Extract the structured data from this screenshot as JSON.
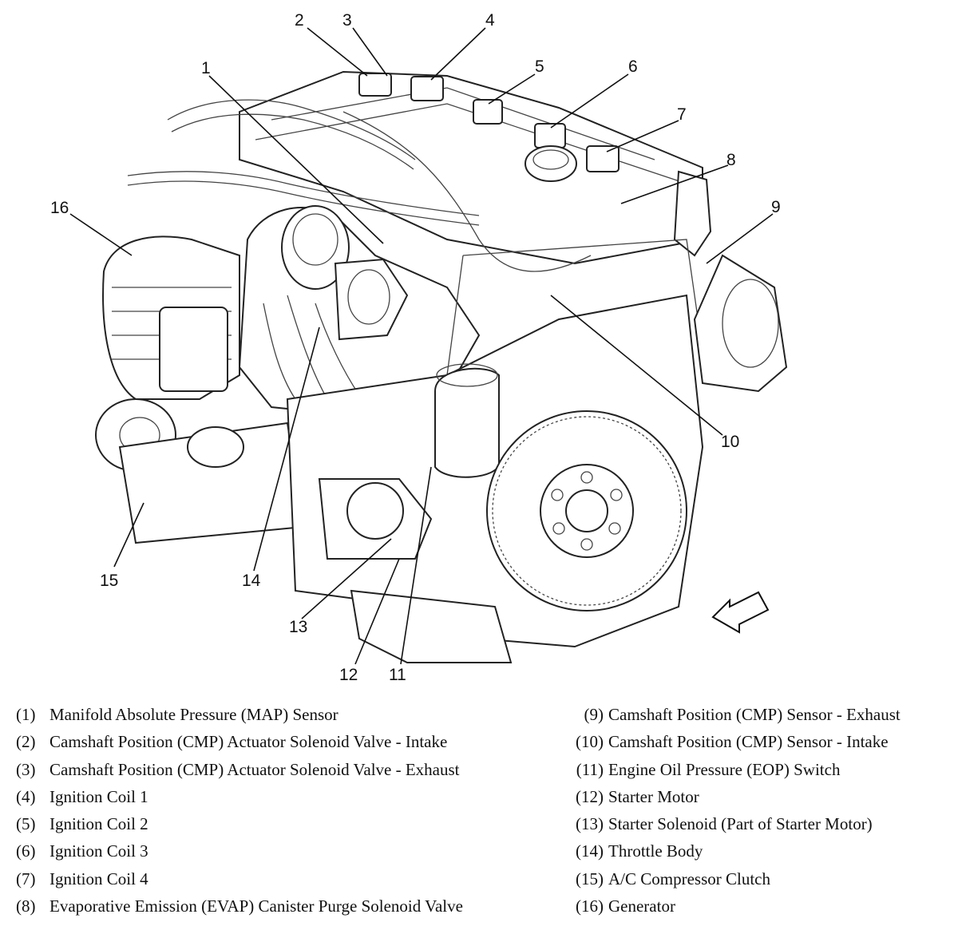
{
  "callouts": [
    "1",
    "2",
    "3",
    "4",
    "5",
    "6",
    "7",
    "8",
    "9",
    "10",
    "11",
    "12",
    "13",
    "14",
    "15",
    "16"
  ],
  "legend": {
    "left": [
      {
        "num": "(1)",
        "label": "Manifold Absolute Pressure (MAP) Sensor"
      },
      {
        "num": "(2)",
        "label": "Camshaft Position (CMP) Actuator Solenoid Valve - Intake"
      },
      {
        "num": "(3)",
        "label": "Camshaft Position (CMP) Actuator Solenoid Valve - Exhaust"
      },
      {
        "num": "(4)",
        "label": "Ignition Coil 1"
      },
      {
        "num": "(5)",
        "label": "Ignition Coil 2"
      },
      {
        "num": "(6)",
        "label": "Ignition Coil 3"
      },
      {
        "num": "(7)",
        "label": "Ignition Coil 4"
      },
      {
        "num": "(8)",
        "label": "Evaporative Emission (EVAP) Canister Purge Solenoid Valve"
      }
    ],
    "right": [
      {
        "num": "(9)",
        "label": "Camshaft Position (CMP) Sensor - Exhaust"
      },
      {
        "num": "(10)",
        "label": "Camshaft Position (CMP) Sensor - Intake"
      },
      {
        "num": "(11)",
        "label": "Engine Oil Pressure (EOP) Switch"
      },
      {
        "num": "(12)",
        "label": "Starter Motor"
      },
      {
        "num": "(13)",
        "label": "Starter Solenoid (Part of Starter Motor)"
      },
      {
        "num": "(14)",
        "label": "Throttle Body"
      },
      {
        "num": "(15)",
        "label": "A/C Compressor Clutch"
      },
      {
        "num": "(16)",
        "label": "Generator"
      }
    ]
  },
  "icons": {
    "direction": "front-arrow-icon"
  }
}
